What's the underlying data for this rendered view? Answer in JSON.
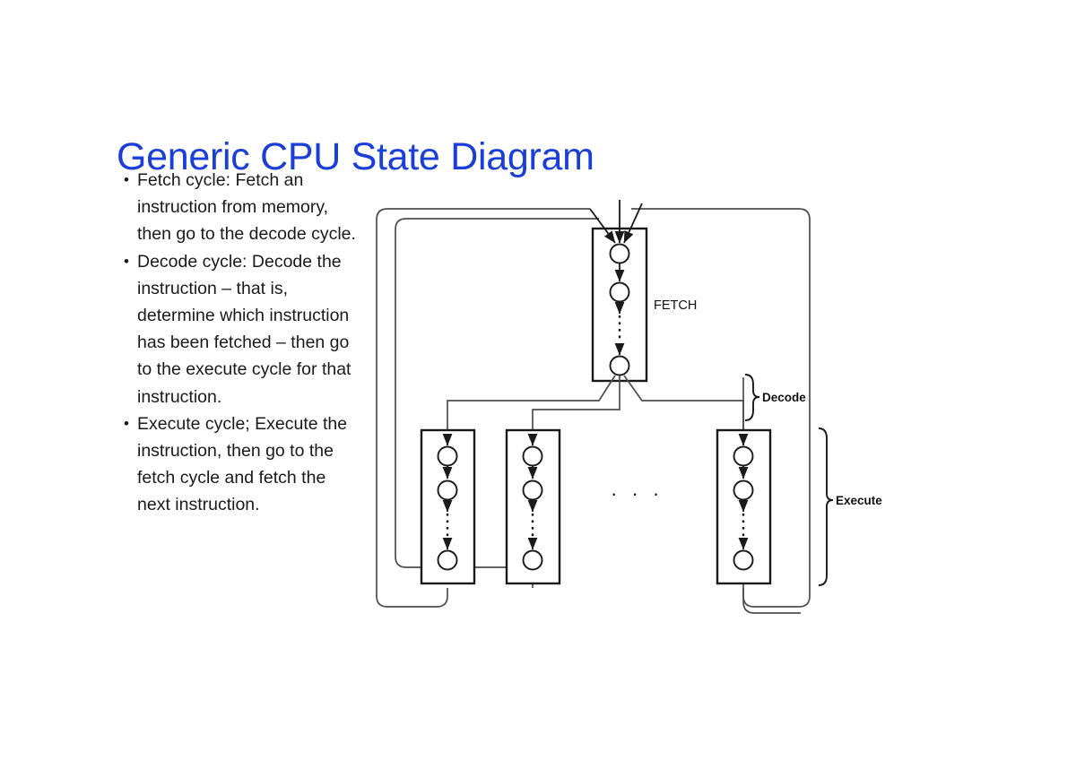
{
  "slide": {
    "title": "Generic CPU State Diagram",
    "title_color": "#1a3ed8",
    "background_color": "#ffffff",
    "text_color": "#1a1a1a"
  },
  "bullets": [
    "Fetch cycle: Fetch an instruction from memory, then go to the decode cycle.",
    "Decode cycle: Decode the instruction – that is, determine which instruction has been fetched – then go to the execute cycle for that instruction.",
    "Execute cycle; Execute the instruction, then go to the fetch cycle and fetch the next instruction."
  ],
  "diagram": {
    "labels": {
      "fetch": "FETCH",
      "decode": "Decode",
      "execute": "Execute",
      "ellipsis": "·  ·  ·"
    },
    "stroke_color": "#1a1a1a",
    "line_color": "#4d4d4d",
    "state_boxes": [
      {
        "name": "fetch-box",
        "states": 3,
        "dotted_between": [
          2,
          3
        ]
      },
      {
        "name": "execute-box-1",
        "states": 3,
        "dotted_between": [
          2,
          3
        ]
      },
      {
        "name": "execute-box-2",
        "states": 3,
        "dotted_between": [
          2,
          3
        ]
      },
      {
        "name": "execute-box-n",
        "states": 3,
        "dotted_between": [
          2,
          3
        ]
      }
    ],
    "fetch_inputs": 3,
    "fetch_outputs": 3,
    "execute_branches": 3
  }
}
